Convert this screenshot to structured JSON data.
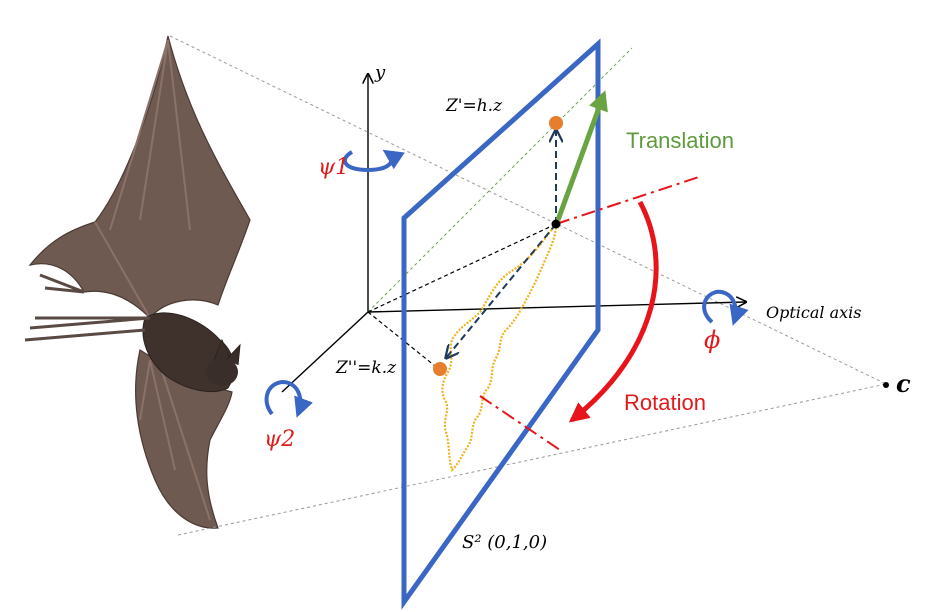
{
  "labels": {
    "y_axis": "y",
    "psi1": "ψ1",
    "psi2": "ψ2",
    "phi": "ϕ",
    "z_prime": "Z'=h.z",
    "z_double_prime": "Z''=k.z",
    "optical_axis": "Optical axis",
    "translation": "Translation",
    "rotation": "Rotation",
    "camera_center": "c",
    "sphere_label": "S² (0,1,0)"
  },
  "colors": {
    "plane": "#3a66c4",
    "translation": "#6aa442",
    "rotation": "#e8141b",
    "rotation_axis": "#e8141b",
    "trajectory": "#f2b21c",
    "point": "#e67e2e",
    "guide": "#1f3a5a",
    "text_red": "#e01b1b",
    "text_green": "#5d9b3c"
  },
  "icons": {
    "bat": "bat-illustration",
    "rotate_arrow": "curved-rotation-arrow-icon"
  }
}
